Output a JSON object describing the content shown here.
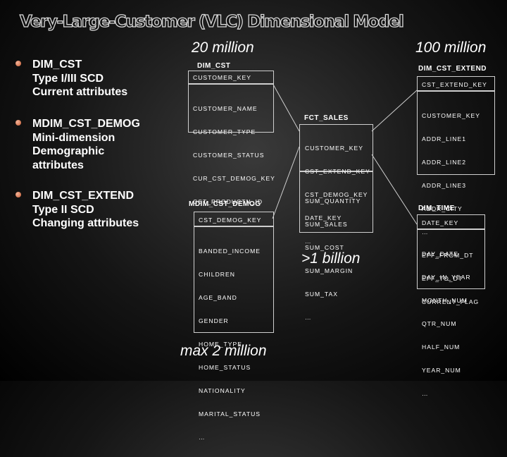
{
  "title": "Very-Large-Customer (VLC) Dimensional Model",
  "bullets": [
    {
      "lines": [
        "DIM_CST",
        "Type I/III SCD",
        "Current attributes"
      ]
    },
    {
      "lines": [
        "MDIM_CST_DEMOG",
        "Mini-dimension",
        "Demographic",
        "attributes"
      ]
    },
    {
      "lines": [
        "DIM_CST_EXTEND",
        "Type II SCD",
        "Changing attributes"
      ]
    }
  ],
  "counts": {
    "dim_cst": "20 million",
    "dim_cst_extend": "100 million",
    "fct_sales": ">1 billion",
    "mdim_cst_demog": "max 2 million"
  },
  "tables": {
    "dim_cst": {
      "name": "DIM_CST",
      "key": "CUSTOMER_KEY",
      "columns": [
        "CUSTOMER_NAME",
        "CUSTOMER_TYPE",
        "CUSTOMER_STATUS",
        "CUR_CST_DEMOG_KEY",
        "CST_PRODUCTN_ID"
      ]
    },
    "fct_sales": {
      "name": "FCT_SALES",
      "keys": [
        "CUSTOMER_KEY",
        "CST_EXTEND_KEY",
        "CST_DEMOG_KEY",
        "DATE_KEY",
        "…"
      ],
      "measures": [
        "SUM_QUANTITY",
        "SUM_SALES",
        "SUM_COST",
        "SUM_MARGIN",
        "SUM_TAX",
        "…"
      ]
    },
    "dim_cst_extend": {
      "name": "DIM_CST_EXTEND",
      "key": "CST_EXTEND_KEY",
      "columns": [
        "CUSTOMER_KEY",
        "ADDR_LINE1",
        "ADDR_LINE2",
        "ADDR_LINE3",
        "ADDR_CITY",
        "…",
        "EFF_FROM_DT",
        "EFF_TO_DT",
        "CURRENT_FLAG"
      ]
    },
    "mdim_cst_demog": {
      "name": "MDIM_CST_DEMOG",
      "key": "CST_DEMOG_KEY",
      "columns": [
        "BANDED_INCOME",
        "CHILDREN",
        "AGE_BAND",
        "GENDER",
        "HOME_TYPE",
        "HOME_STATUS",
        "NATIONALITY",
        "MARITAL_STATUS",
        "…"
      ]
    },
    "dim_time": {
      "name": "DIM_TIME",
      "key": "DATE_KEY",
      "columns": [
        "DAY_DATE",
        "DAY_IN_YEAR",
        "MONTH_NUM",
        "QTR_NUM",
        "HALF_NUM",
        "YEAR_NUM",
        "…"
      ]
    }
  }
}
